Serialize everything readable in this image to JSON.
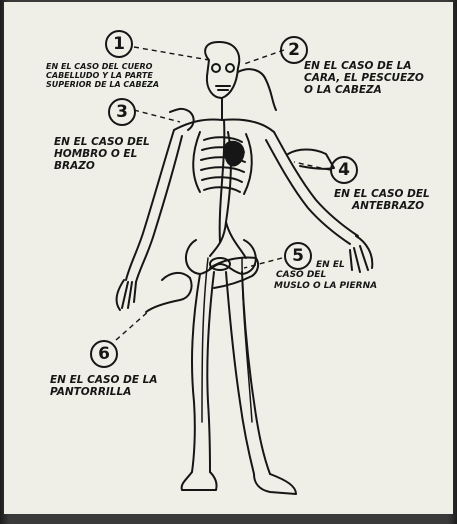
{
  "callouts": [
    {
      "number": "1",
      "text_lines": [
        "EN EL CASO DEL CUERO",
        "CABELLUDO Y LA PARTE",
        "SUPERIOR DE LA CABEZA"
      ]
    },
    {
      "number": "2",
      "text_lines": [
        "EN EL CASO DE LA",
        "CARA, EL PESCUEZO",
        "O LA CABEZA"
      ]
    },
    {
      "number": "3",
      "text_lines": [
        "EN EL CASO DEL",
        "HOMBRO O EL",
        "BRAZO"
      ]
    },
    {
      "number": "4",
      "text_lines": [
        "EN EL CASO DEL",
        "ANTEBRAZO"
      ]
    },
    {
      "number": "5",
      "text_lines": [
        "EN EL",
        "CASO DEL",
        "MUSLO O LA PIERNA"
      ]
    },
    {
      "number": "6",
      "text_lines": [
        "EN EL CASO DE LA",
        "PANTORRILLA"
      ]
    }
  ],
  "colors": {
    "ink": "#161616",
    "paper": "#efefe8",
    "background": "#2e2e2e"
  }
}
